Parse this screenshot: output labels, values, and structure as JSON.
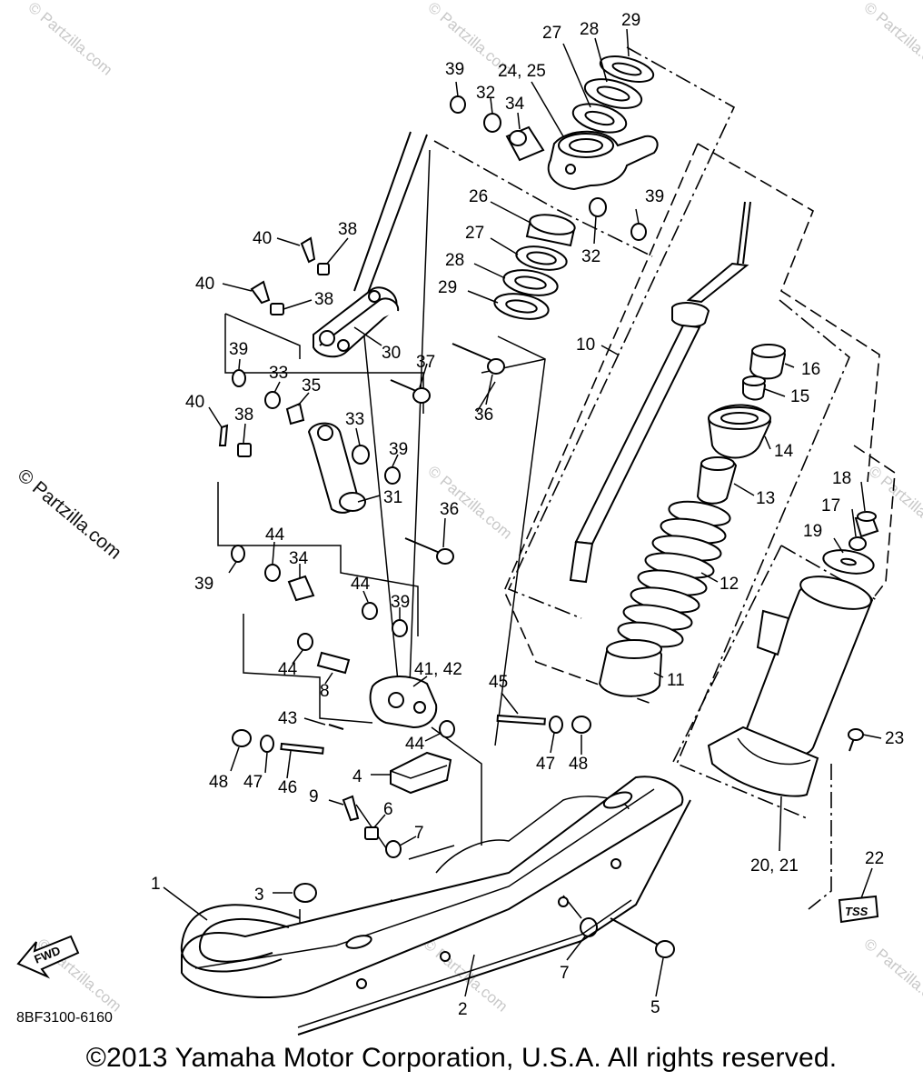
{
  "watermarks": [
    "© Partzilla.com",
    "© Partzilla.com",
    "© Partzilla.com",
    "© Partzilla.com",
    "© Partzilla.com",
    "© Partzilla.com",
    "© Partzilla.com",
    "© Partzilla.com",
    "© Partzilla.com"
  ],
  "watermark_main": "© Partzilla.com",
  "diagram_code": "8BF3100-6160",
  "fwd_label": "FWD",
  "tss_label": "TSS",
  "copyright": "©2013  Yamaha Motor Corporation, U.S.A. All rights reserved.",
  "callouts": [
    "29",
    "28",
    "27",
    "24, 25",
    "39",
    "32",
    "34",
    "26",
    "39",
    "27",
    "32",
    "28",
    "29",
    "40",
    "38",
    "40",
    "38",
    "30",
    "37",
    "10",
    "16",
    "15",
    "39",
    "33",
    "35",
    "36",
    "40",
    "38",
    "33",
    "39",
    "14",
    "31",
    "13",
    "18",
    "17",
    "36",
    "19",
    "12",
    "39",
    "44",
    "34",
    "44",
    "39",
    "44",
    "8",
    "41, 42",
    "45",
    "11",
    "43",
    "44",
    "23",
    "47",
    "48",
    "48",
    "47",
    "46",
    "4",
    "9",
    "6",
    "7",
    "20, 21",
    "1",
    "3",
    "22",
    "7",
    "5",
    "2"
  ]
}
